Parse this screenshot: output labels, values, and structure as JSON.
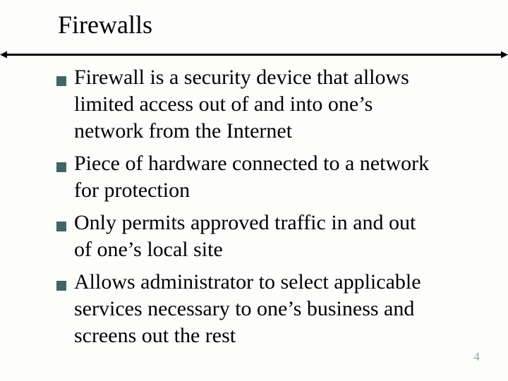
{
  "slide": {
    "title": "Firewalls",
    "bullets": [
      "Firewall is a security device that allows\nlimited access out of and into one’s\nnetwork from the Internet",
      "Piece of hardware connected to a network\nfor protection",
      "Only permits approved traffic in and out\nof one’s local site",
      "Allows administrator to select applicable\nservices necessary to one’s business and\nscreens out the rest"
    ],
    "page_number": "4"
  },
  "colors": {
    "background": "#fdfdfc",
    "text": "#000000",
    "bullet_square": "#426565",
    "divider_line": "#000000",
    "page_number": "#8fa5aa"
  },
  "icons": {
    "bullet": "square-bullet-icon",
    "divider": "double-headed-arrow"
  }
}
